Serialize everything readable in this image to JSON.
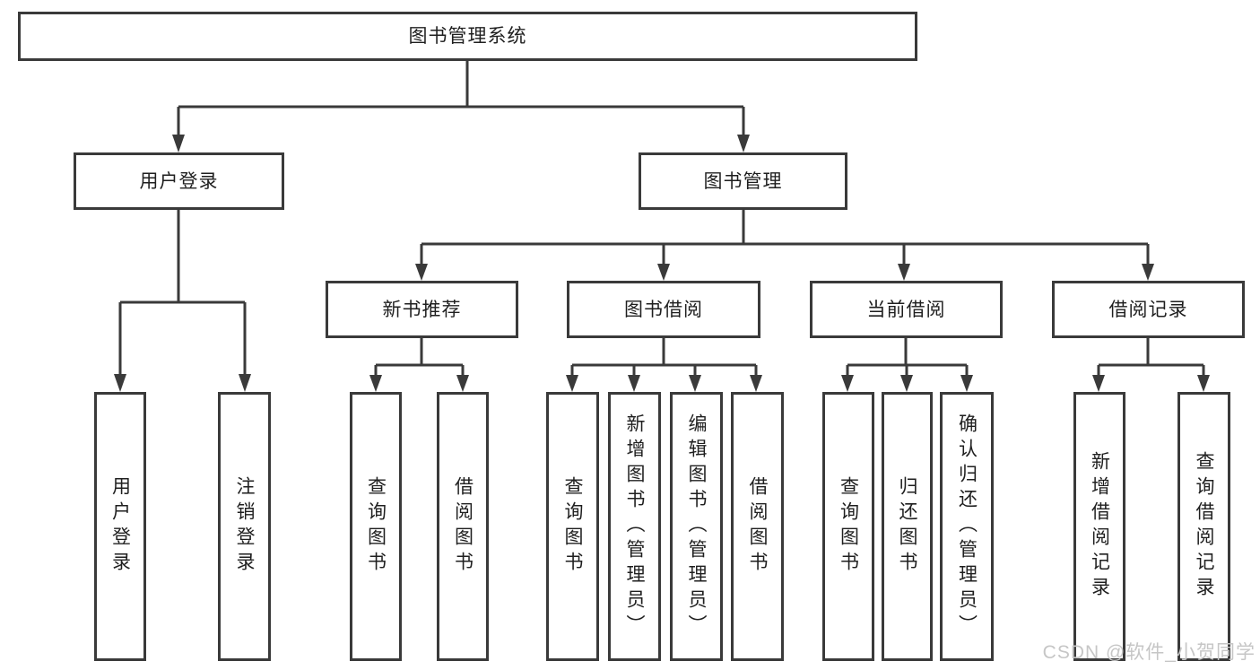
{
  "diagram": {
    "title": "图书管理系统",
    "branches": {
      "user_login": {
        "label": "用户登录",
        "children": [
          "用户登录",
          "注销登录"
        ]
      },
      "book_mgmt": {
        "label": "图书管理",
        "sections": [
          {
            "label": "新书推荐",
            "children": [
              "查询图书",
              "借阅图书"
            ]
          },
          {
            "label": "图书借阅",
            "children": [
              "查询图书",
              "新增图书（管理员）",
              "编辑图书（管理员）",
              "借阅图书"
            ]
          },
          {
            "label": "当前借阅",
            "children": [
              "查询图书",
              "归还图书",
              "确认归还（管理员）"
            ]
          },
          {
            "label": "借阅记录",
            "children": [
              "新增借阅记录",
              "查询借阅记录"
            ]
          }
        ]
      }
    }
  },
  "colors": {
    "line": "#3a3a3a",
    "text": "#1f1f1f",
    "watermark": "#c6c6c6"
  },
  "watermark": {
    "text": "CSDN @软件_小贺同学"
  }
}
